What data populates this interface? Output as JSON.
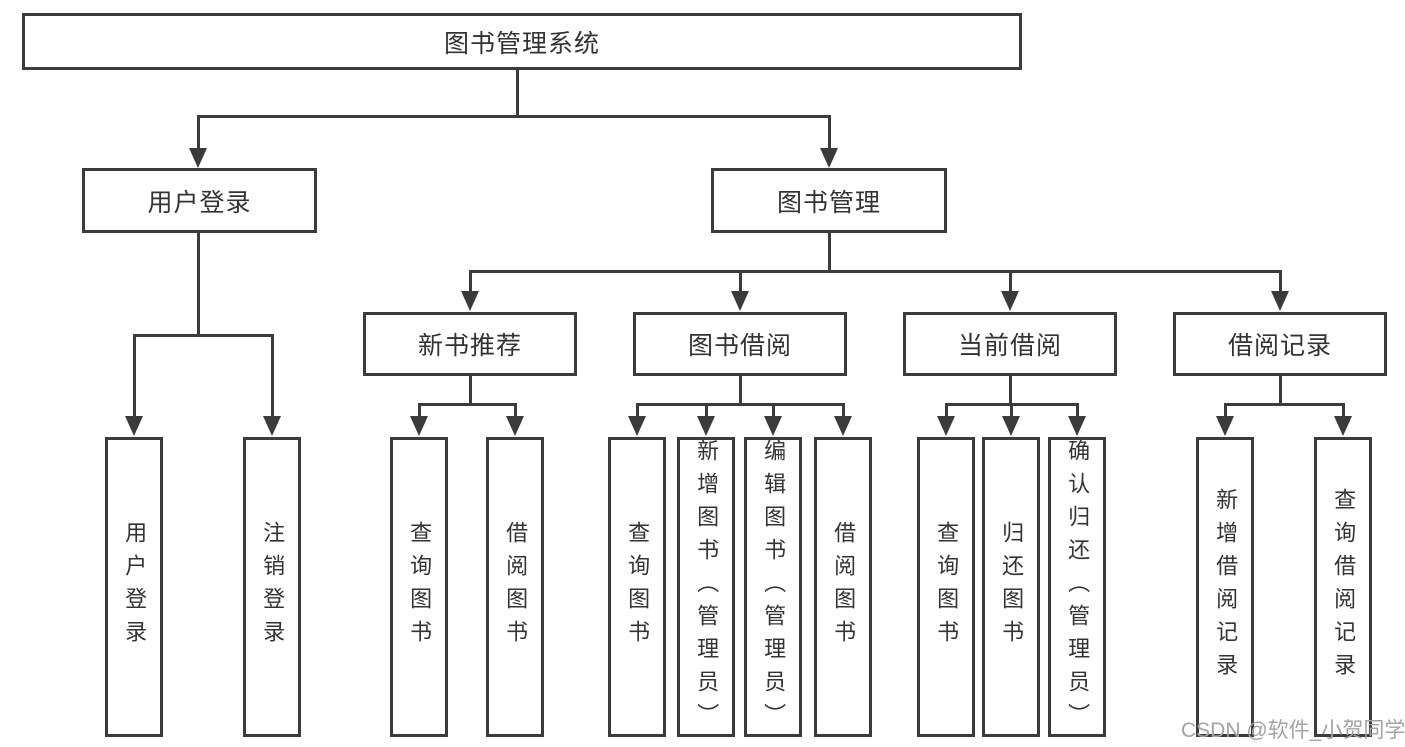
{
  "colors": {
    "line": "#3b3b3b",
    "text": "#333333",
    "watermark": "#a3a3a3",
    "background": "#ffffff"
  },
  "tree": {
    "root": {
      "label": "图书管理系统",
      "children": [
        {
          "label": "用户登录",
          "children": [
            {
              "label": "用户登录"
            },
            {
              "label": "注销登录"
            }
          ]
        },
        {
          "label": "图书管理",
          "children": [
            {
              "label": "新书推荐",
              "children": [
                {
                  "label": "查询图书"
                },
                {
                  "label": "借阅图书"
                }
              ]
            },
            {
              "label": "图书借阅",
              "children": [
                {
                  "label": "查询图书"
                },
                {
                  "label": "新增图书（管理员）"
                },
                {
                  "label": "编辑图书（管理员）"
                },
                {
                  "label": "借阅图书"
                }
              ]
            },
            {
              "label": "当前借阅",
              "children": [
                {
                  "label": "查询图书"
                },
                {
                  "label": "归还图书"
                },
                {
                  "label": "确认归还（管理员）"
                }
              ]
            },
            {
              "label": "借阅记录",
              "children": [
                {
                  "label": "新增借阅记录"
                },
                {
                  "label": "查询借阅记录"
                }
              ]
            }
          ]
        }
      ]
    }
  },
  "watermark": {
    "text": "CSDN @软件_小贺同学"
  }
}
